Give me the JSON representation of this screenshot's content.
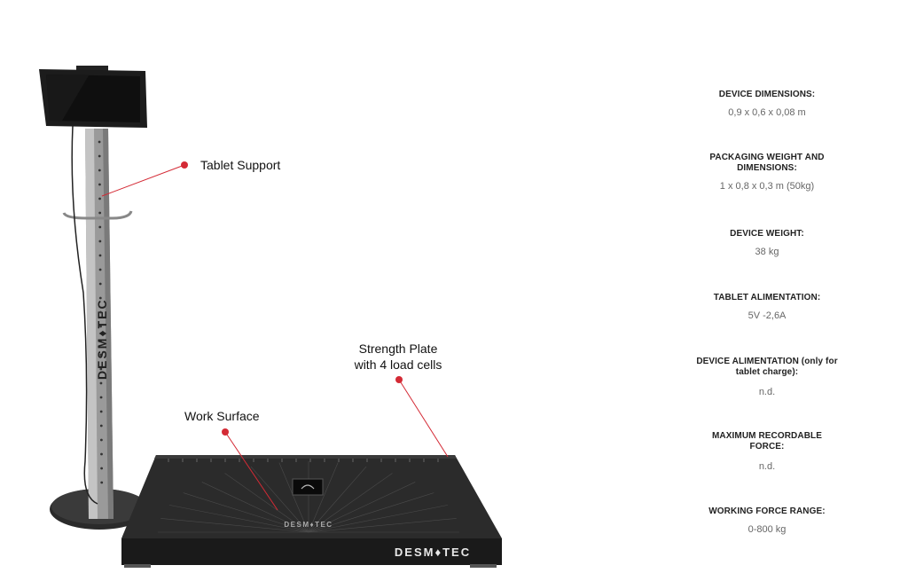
{
  "callouts": {
    "tablet_support": "Tablet Support",
    "strength_plate": [
      "Strength Plate",
      "with 4 load cells"
    ],
    "work_surface": "Work Surface"
  },
  "brand": {
    "logo_text": "DESM♦TEC",
    "accent_color": "#d42a35"
  },
  "specs": [
    {
      "title": "DEVICE DIMENSIONS:",
      "value": "0,9 x 0,6 x 0,08 m"
    },
    {
      "title": "PACKAGING WEIGHT AND DIMENSIONS:",
      "value": "1 x 0,8 x 0,3 m (50kg)"
    },
    {
      "title": "DEVICE WEIGHT:",
      "value": "38 kg"
    },
    {
      "title": "TABLET ALIMENTATION:",
      "value": "5V -2,6A"
    },
    {
      "title": "DEVICE ALIMENTATION (only for tablet charge):",
      "value": "n.d."
    },
    {
      "title": "MAXIMUM RECORDABLE FORCE:",
      "value": "n.d."
    },
    {
      "title": "WORKING FORCE RANGE:",
      "value": "0-800 kg"
    }
  ]
}
